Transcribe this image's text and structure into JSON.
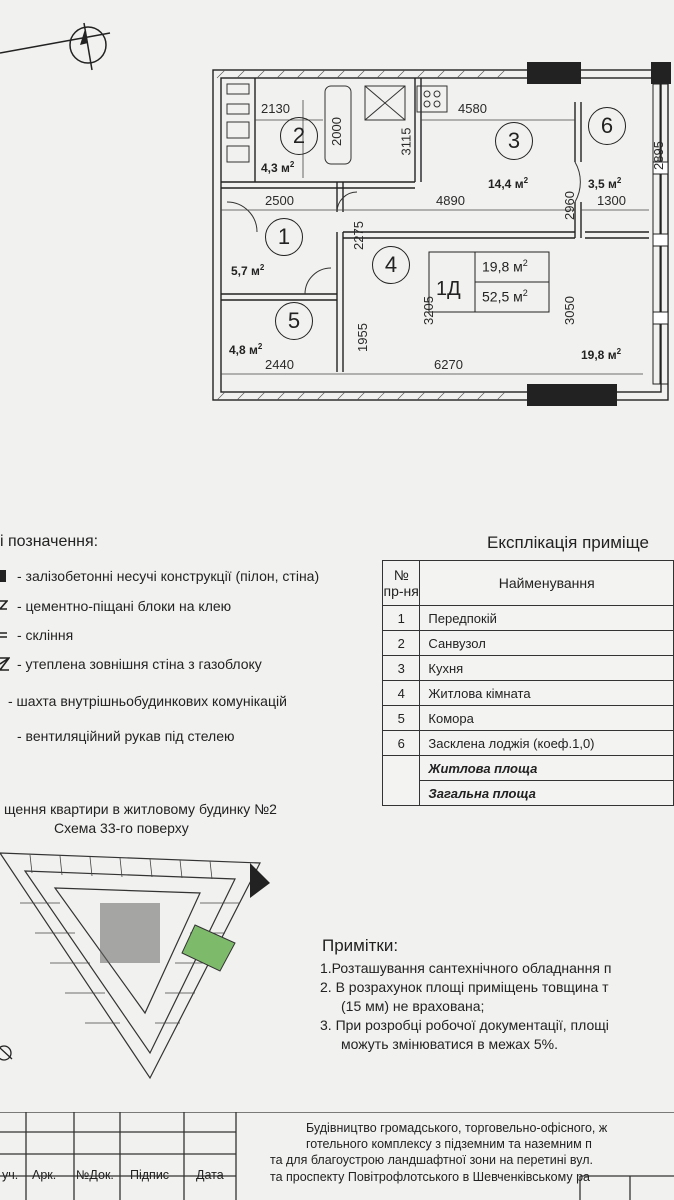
{
  "plan": {
    "dims": {
      "d2130": "2130",
      "d2000": "2000",
      "d3115": "3115",
      "d4580": "4580",
      "d2895": "2895",
      "d2500": "2500",
      "d4890": "4890",
      "d2960": "2960",
      "d1300": "1300",
      "d2275": "2275",
      "d3205": "3205",
      "d3050": "3050",
      "d1955": "1955",
      "d2440": "2440",
      "d6270": "6270"
    },
    "rooms": [
      {
        "num": "1",
        "area": "5,7 м"
      },
      {
        "num": "2",
        "area": "4,3 м"
      },
      {
        "num": "3",
        "area": "14,4 м"
      },
      {
        "num": "4",
        "area": "19,8 м"
      },
      {
        "num": "5",
        "area": "4,8 м"
      },
      {
        "num": "6",
        "area": "3,5 м"
      }
    ],
    "sup": "2",
    "unit_label": "1Д",
    "living_area": "19,8 м",
    "total_area": "52,5 м"
  },
  "legend": {
    "title": "і позначення:",
    "items": [
      "- залізобетонні несучі конструкції (пілон, стіна)",
      "- цементно-піщані блоки на клею",
      "- скління",
      "- утеплена зовнішня стіна з газоблоку",
      "- шахта внутрішньобудинкових комунікацій",
      "- вентиляційний рукав під стелею"
    ]
  },
  "explication": {
    "title": "Експлікація приміще",
    "col_num": "№",
    "col_num2": "пр-ня",
    "col_name": "Найменування",
    "rows": [
      {
        "num": "1",
        "name": "Передпокій"
      },
      {
        "num": "2",
        "name": "Санвузол"
      },
      {
        "num": "3",
        "name": "Кухня"
      },
      {
        "num": "4",
        "name": "Житлова кімната"
      },
      {
        "num": "5",
        "name": "Комора"
      },
      {
        "num": "6",
        "name": "Засклена лоджія (коеф.1,0)"
      }
    ],
    "living": "Житлова площа",
    "total": "Загальна площа"
  },
  "scheme": {
    "line1": "щення квартири в житловому будинку №2",
    "line2": "Схема 33-го поверху"
  },
  "notes": {
    "title": "Примітки:",
    "lines": [
      "1.Розташування сантехнічного обладнання п",
      "2. В розрахунок площі приміщень товщина т",
      "(15 мм) не врахована;",
      "3. При розробці робочої документації, площі",
      "можуть змінюватися в межах 5%."
    ]
  },
  "stamp": {
    "cols": [
      "уч.",
      "Арк.",
      "№Док.",
      "Підпис",
      "Дата"
    ],
    "lines": [
      "Будівництво громадського, торговельно-офісного, ж",
      "готельного комплексу з підземним та наземним п",
      "та для благоустрою ландшафтної зони на перетині вул.",
      "та проспекту Повітрофлотського в Шевченківському ра"
    ]
  }
}
